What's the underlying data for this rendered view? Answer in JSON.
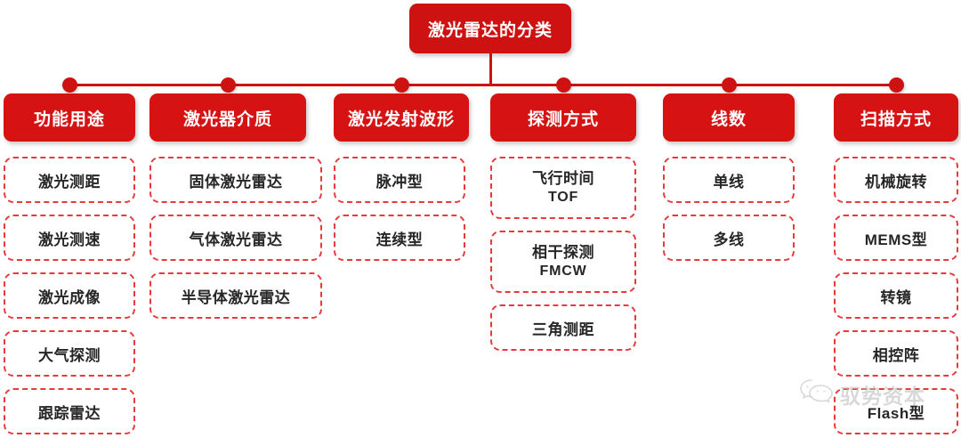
{
  "diagram": {
    "root": {
      "label": "激光雷达的分类"
    },
    "accent_color": "#CE1111",
    "header_color": "#D61212",
    "leaf_border_color": "#E8393B",
    "leaf_text_color": "#262626",
    "columns": [
      {
        "header": "功能用途",
        "items": [
          {
            "label": "激光测距"
          },
          {
            "label": "激光测速"
          },
          {
            "label": "激光成像"
          },
          {
            "label": "大气探测"
          },
          {
            "label": "跟踪雷达"
          }
        ]
      },
      {
        "header": "激光器介质",
        "items": [
          {
            "label": "固体激光雷达"
          },
          {
            "label": "气体激光雷达"
          },
          {
            "label": "半导体激光雷达"
          }
        ]
      },
      {
        "header": "激光发射波形",
        "items": [
          {
            "label": "脉冲型"
          },
          {
            "label": "连续型"
          }
        ]
      },
      {
        "header": "探测方式",
        "items": [
          {
            "label": "飞行时间",
            "sublabel": "TOF"
          },
          {
            "label": "相干探测",
            "sublabel": "FMCW"
          },
          {
            "label": "三角测距"
          }
        ]
      },
      {
        "header": "线数",
        "items": [
          {
            "label": "单线"
          },
          {
            "label": "多线"
          }
        ]
      },
      {
        "header": "扫描方式",
        "items": [
          {
            "label": "机械旋转"
          },
          {
            "label": "MEMS型"
          },
          {
            "label": "转镜"
          },
          {
            "label": "相控阵"
          },
          {
            "label": "Flash型"
          }
        ]
      }
    ]
  },
  "watermark": {
    "icon": "wechat-icon",
    "text": "驭势资本"
  }
}
